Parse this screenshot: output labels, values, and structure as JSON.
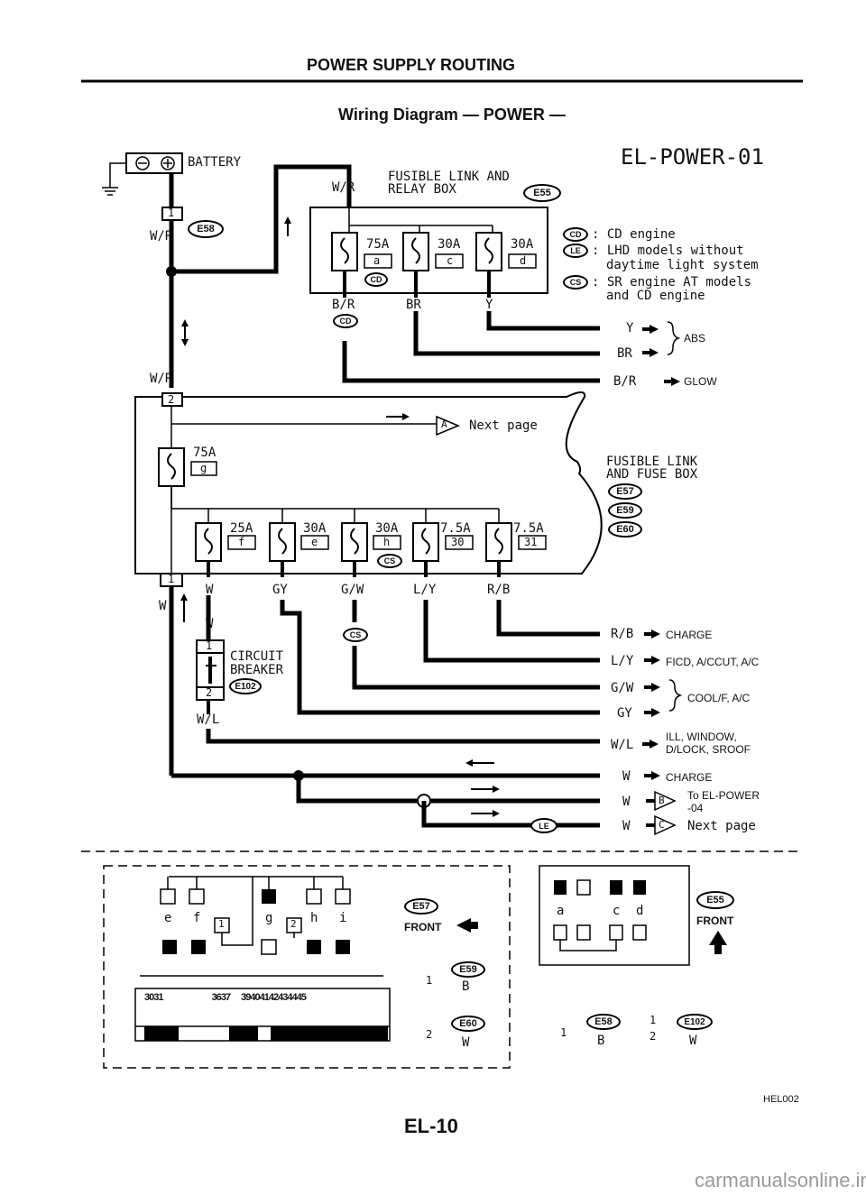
{
  "header": {
    "section_title": "POWER SUPPLY ROUTING",
    "diagram_title": "Wiring Diagram — POWER —",
    "diagram_code": "EL-POWER-01"
  },
  "battery": {
    "label": "BATTERY",
    "connector": "E58",
    "terminal": "1",
    "wire": "W/R"
  },
  "relay_box": {
    "label_line1": "FUSIBLE LINK AND",
    "label_line2": "RELAY BOX",
    "connector": "E55",
    "input_wire": "W/R",
    "fuses": [
      {
        "rating": "75A",
        "id": "a",
        "out_wire": "B/R",
        "tag": "CD"
      },
      {
        "rating": "30A",
        "id": "c",
        "out_wire": "BR"
      },
      {
        "rating": "30A",
        "id": "d",
        "out_wire": "Y"
      }
    ]
  },
  "legend": [
    {
      "tag": "CD",
      "line1": "CD engine",
      "line2": ""
    },
    {
      "tag": "LE",
      "line1": "LHD models without",
      "line2": "daytime light system"
    },
    {
      "tag": "CS",
      "line1": "SR engine AT models",
      "line2": "and CD engine"
    }
  ],
  "abs_outputs": {
    "wire_y": "Y",
    "wire_br": "BR",
    "abs_label": "ABS",
    "wire_br2": "B/R",
    "glow_label": "GLOW"
  },
  "fuse_box": {
    "wire_in": "W/R",
    "terminal_in": "2",
    "next_page_marker": "A",
    "next_page_text": "Next page",
    "label_line1": "FUSIBLE LINK",
    "label_line2": "AND FUSE BOX",
    "connectors": [
      "E57",
      "E59",
      "E60"
    ],
    "fuse_g": {
      "rating": "75A",
      "id": "g"
    },
    "fuses": [
      {
        "rating": "25A",
        "id": "f",
        "out_wire": "W"
      },
      {
        "rating": "30A",
        "id": "e",
        "out_wire": "GY"
      },
      {
        "rating": "30A",
        "id": "h",
        "out_wire": "G/W",
        "tag": "CS"
      },
      {
        "rating": "7.5A",
        "id": "30",
        "out_wire": "L/Y"
      },
      {
        "rating": "7.5A",
        "id": "31",
        "out_wire": "R/B"
      }
    ],
    "terminal_out": "1",
    "terminal_out_wire": "W"
  },
  "circuit_breaker": {
    "line1": "CIRCUIT",
    "line2": "BREAKER",
    "connector": "E102",
    "terminal_in": "1",
    "terminal_out": "2",
    "wire_in": "W",
    "wire_out": "W/L"
  },
  "outputs": [
    {
      "wire": "R/B",
      "dest": "CHARGE"
    },
    {
      "wire": "L/Y",
      "dest": "FICD, A/CCUT, A/C"
    },
    {
      "wire": "G/W",
      "dest": "COOL/F, A/C"
    },
    {
      "wire": "GY",
      "dest": ""
    },
    {
      "wire": "W/L",
      "dest_line1": "ILL, WINDOW,",
      "dest_line2": "D/LOCK, SROOF"
    },
    {
      "wire": "W",
      "dest": "CHARGE"
    },
    {
      "wire": "W",
      "marker": "B",
      "dest_line1": "To EL-POWER",
      "dest_line2": "-04"
    },
    {
      "wire": "W",
      "marker": "C",
      "dest": "Next page",
      "tag": "LE"
    }
  ],
  "connector_views": {
    "left_terminals_top": [
      "e",
      "f",
      "1",
      "g",
      "2",
      "h",
      "i"
    ],
    "left_terminals_numbers": [
      "30",
      "31",
      "36",
      "37",
      "39",
      "40",
      "41",
      "42",
      "43",
      "44",
      "45"
    ],
    "e57_label": "E57",
    "front_label": "FRONT",
    "e59": {
      "label": "E59",
      "term": "1",
      "color": "B"
    },
    "e60": {
      "label": "E60",
      "term": "2",
      "color": "W"
    },
    "right_terminals": [
      "a",
      "c",
      "d"
    ],
    "e55_label": "E55",
    "front_label2": "FRONT",
    "e58": {
      "label": "E58",
      "term": "1",
      "color": "B"
    },
    "e102": {
      "label": "E102",
      "term_top": "1",
      "term_bottom": "2",
      "color": "W"
    }
  },
  "footer": {
    "figure_code": "HEL002",
    "page_number": "EL-10"
  },
  "watermark": "carmanualsonline.info"
}
